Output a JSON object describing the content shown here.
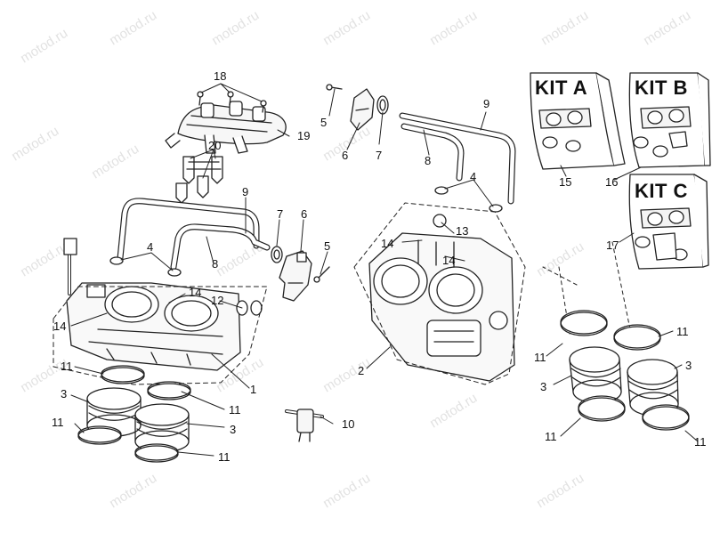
{
  "watermark": "motod.ru",
  "kits": {
    "a": "KIT A",
    "b": "KIT B",
    "c": "KIT C"
  },
  "callouts": {
    "c18": "18",
    "c19": "19",
    "c20": "20",
    "c9_left": "9",
    "c7_left": "7",
    "c6_left": "6",
    "c5_left": "5",
    "c4_left": "4",
    "c8_left": "8",
    "c14_a": "14",
    "c12": "12",
    "c14_b": "14",
    "c11_a": "11",
    "c11_b": "11",
    "c3_a": "3",
    "c3_b": "3",
    "c11_c": "11",
    "c11_d": "11",
    "c1": "1",
    "c10": "10",
    "c5_mid": "5",
    "c6_mid": "6",
    "c7_mid": "7",
    "c8_mid": "8",
    "c9_mid": "9",
    "c4_mid": "4",
    "c13": "13",
    "c14_c": "14",
    "c14_d": "14",
    "c2": "2",
    "c15": "15",
    "c16": "16",
    "c17": "17",
    "c11_e": "11",
    "c11_f": "11",
    "c3_c": "3",
    "c3_d": "3",
    "c11_g": "11",
    "c11_h": "11"
  }
}
